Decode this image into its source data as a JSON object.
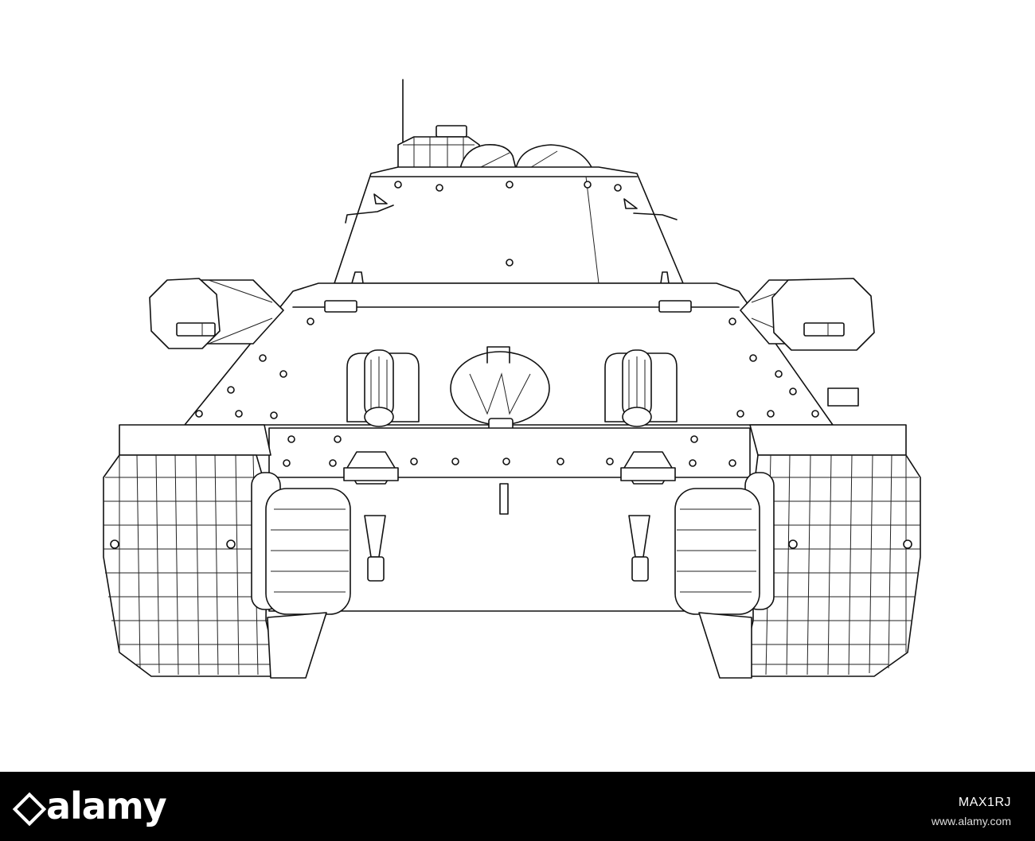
{
  "watermark": {
    "brand": "alamy",
    "image_id": "MAX1RJ",
    "url": "www.alamy.com"
  },
  "colors": {
    "line": "#111111",
    "paper": "#ffffff",
    "footer": "#000000"
  },
  "subject": {
    "icon": "tank-wireframe-icon"
  }
}
